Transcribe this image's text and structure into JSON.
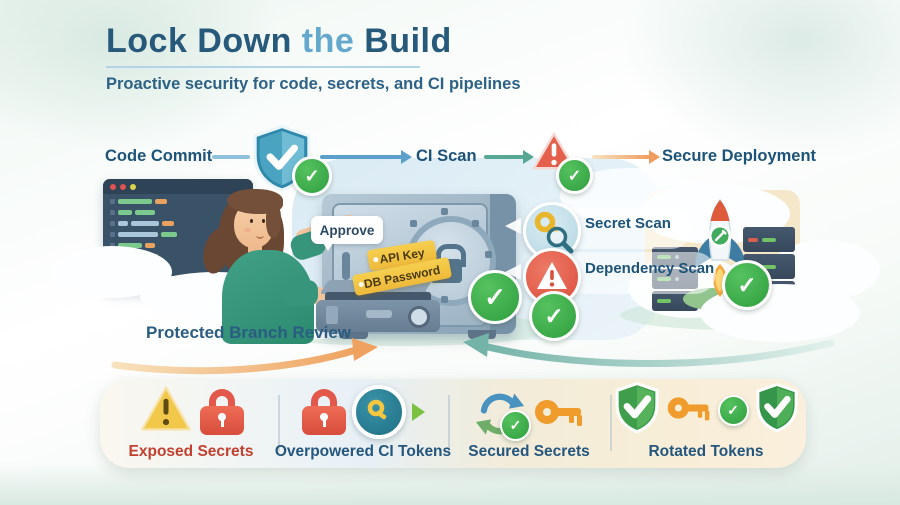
{
  "glyphs": {
    "check": "✓",
    "exclaim": "!"
  },
  "header": {
    "title_lead": "Lock Down",
    "title_accent": "the",
    "title_tail": "Build",
    "subtitle": "Proactive security for code, secrets, and CI pipelines"
  },
  "flow": {
    "steps": [
      {
        "label": "Code Commit"
      },
      {
        "label": "CI Scan"
      },
      {
        "label": "Secure Deployment"
      }
    ]
  },
  "scene": {
    "approve": "Approve",
    "tag_api": "API Key",
    "tag_db": "DB Password",
    "callout_secret": "Secret Scan",
    "callout_dependency": "Dependency Scan",
    "branch_review": "Protected Branch Review"
  },
  "bottom_band": {
    "items": [
      {
        "label": "Exposed Secrets"
      },
      {
        "label": "Overpowered CI Tokens"
      },
      {
        "label": "Secured Secrets"
      },
      {
        "label": "Rotated Tokens"
      }
    ]
  },
  "colors": {
    "title_dark": "#27597b",
    "title_accent": "#64a9cd",
    "flow_text": "#1d5378",
    "arrow_blue": "#5b9fcb",
    "arrow_teal": "#57a795",
    "arrow_orange": "#ef9d5e",
    "success_green": "#3cb54a",
    "alert_red": "#e4604d",
    "warn_yellow": "#f2c84b",
    "lock_red": "#e2584a",
    "tag_yellow": "#f2c340",
    "exposed_text": "#c2402f"
  }
}
